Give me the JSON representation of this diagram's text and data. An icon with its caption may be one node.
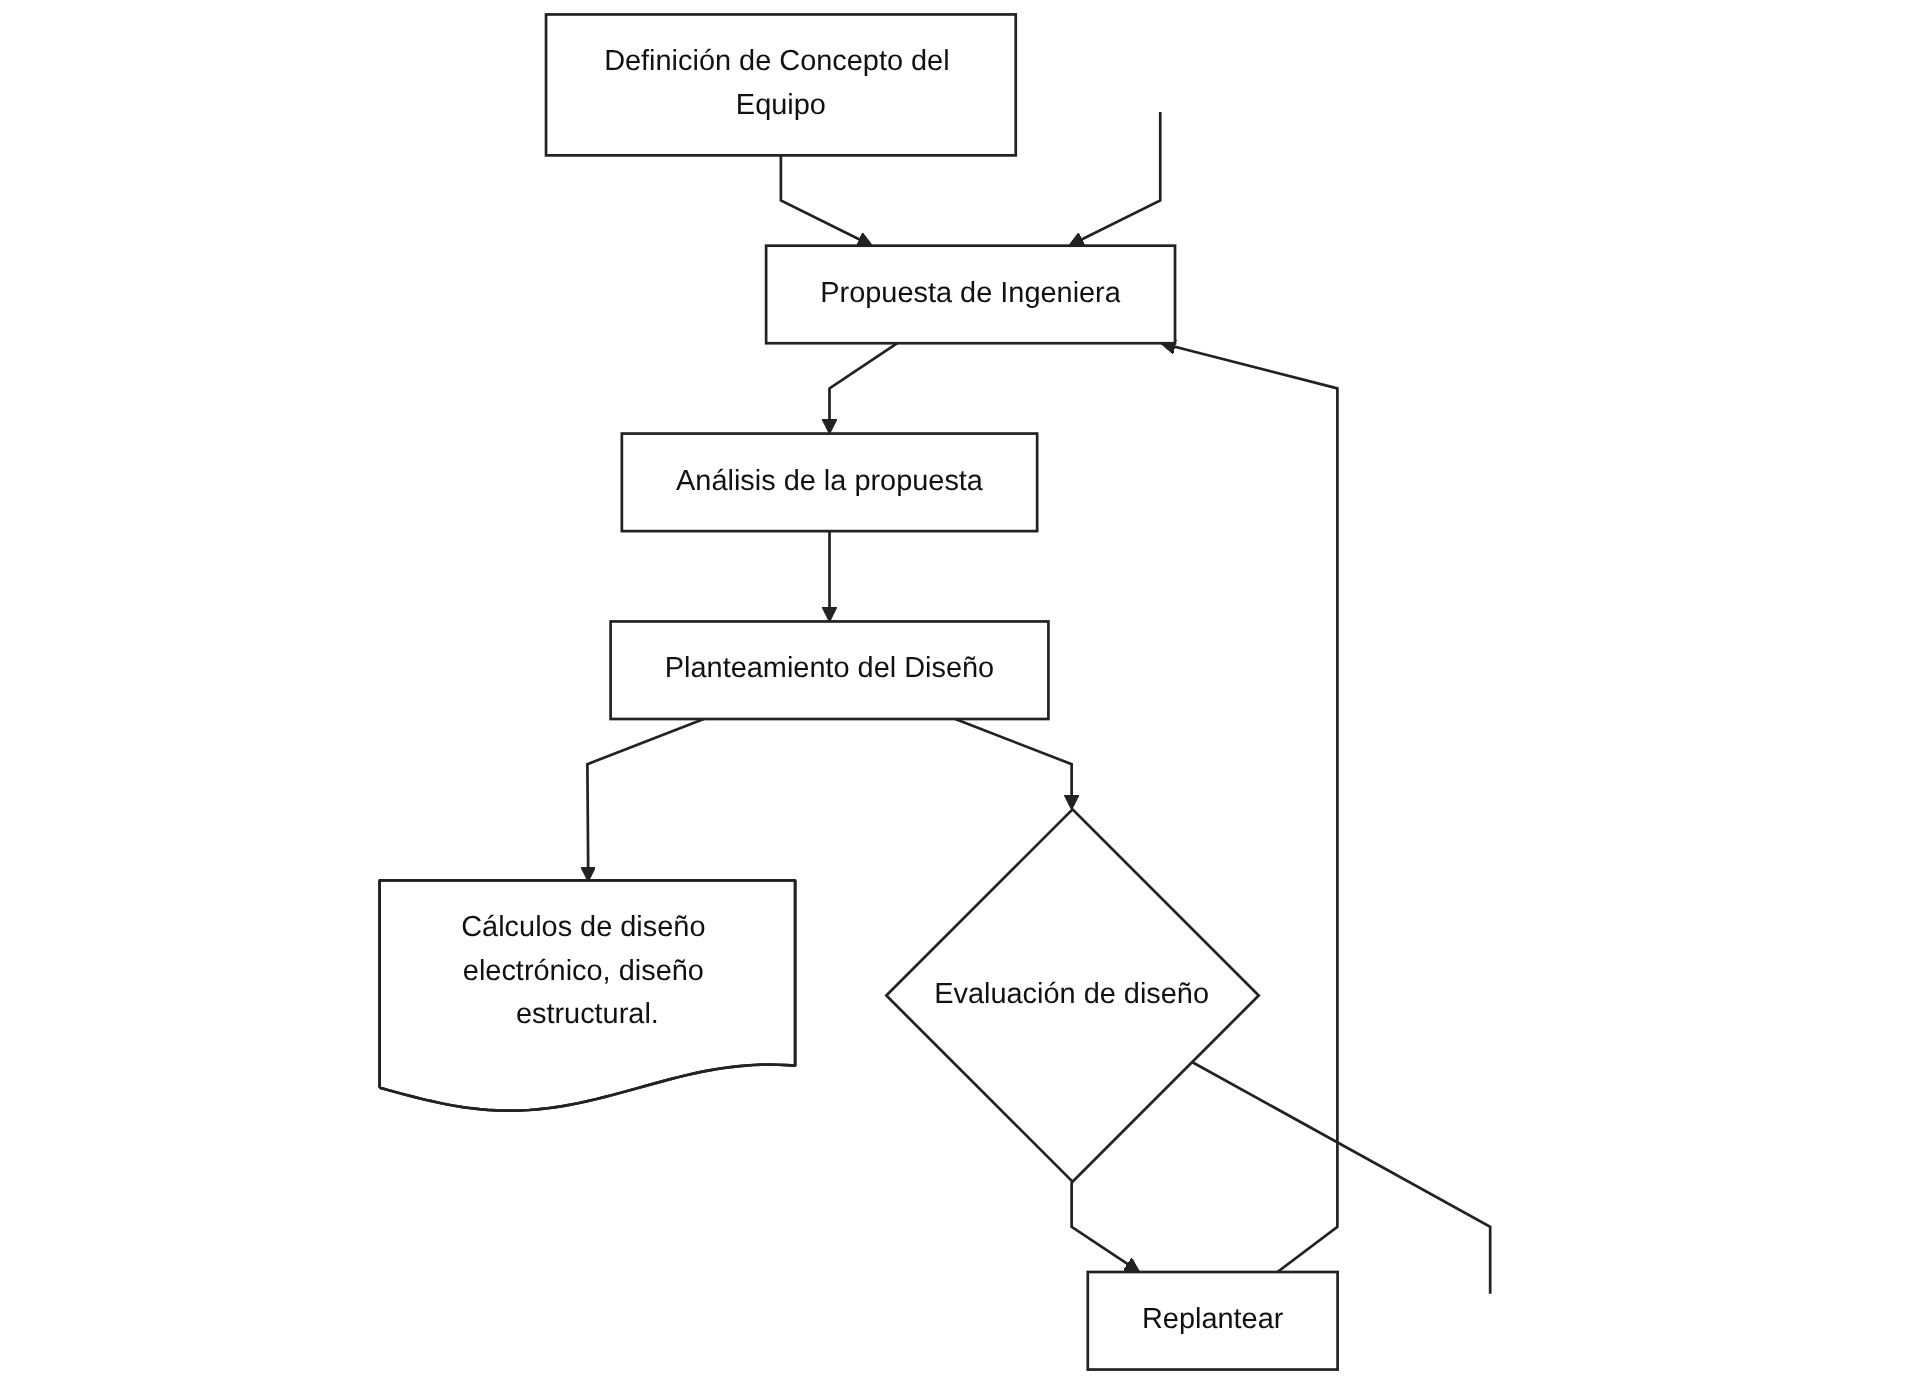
{
  "diagram": {
    "nodes": [
      {
        "text": [
          "Definición de Concepto del Equipo"
        ]
      },
      {
        "text": [
          "Propuesta de Ingeniera"
        ]
      },
      {
        "text": [
          "Análisis de la propuesta"
        ]
      },
      {
        "text": [
          "Planteamiento del Diseño"
        ]
      },
      {
        "text": [
          "Cálculos de diseño electrónico, diseño estructural."
        ]
      },
      {
        "text": [
          "Evaluación de diseño"
        ]
      },
      {
        "text": [
          "Replantear"
        ]
      }
    ],
    "edges": [
      {
        "from": 0,
        "to": 1,
        "arrow": "to"
      },
      {
        "from": 1,
        "to": 2,
        "arrow": "to"
      },
      {
        "from": 2,
        "to": 3,
        "arrow": "to"
      },
      {
        "from": 3,
        "to": 4,
        "arrow": "to"
      },
      {
        "from": 3,
        "to": 5,
        "arrow": "to"
      },
      {
        "from": 5,
        "to": 6,
        "arrow": "to"
      },
      {
        "from": 6,
        "to": 1,
        "arrow": "to"
      },
      {
        "from": null,
        "to": 1,
        "arrow": "to"
      },
      {
        "from": 5,
        "to": null,
        "arrow": "none"
      }
    ]
  }
}
